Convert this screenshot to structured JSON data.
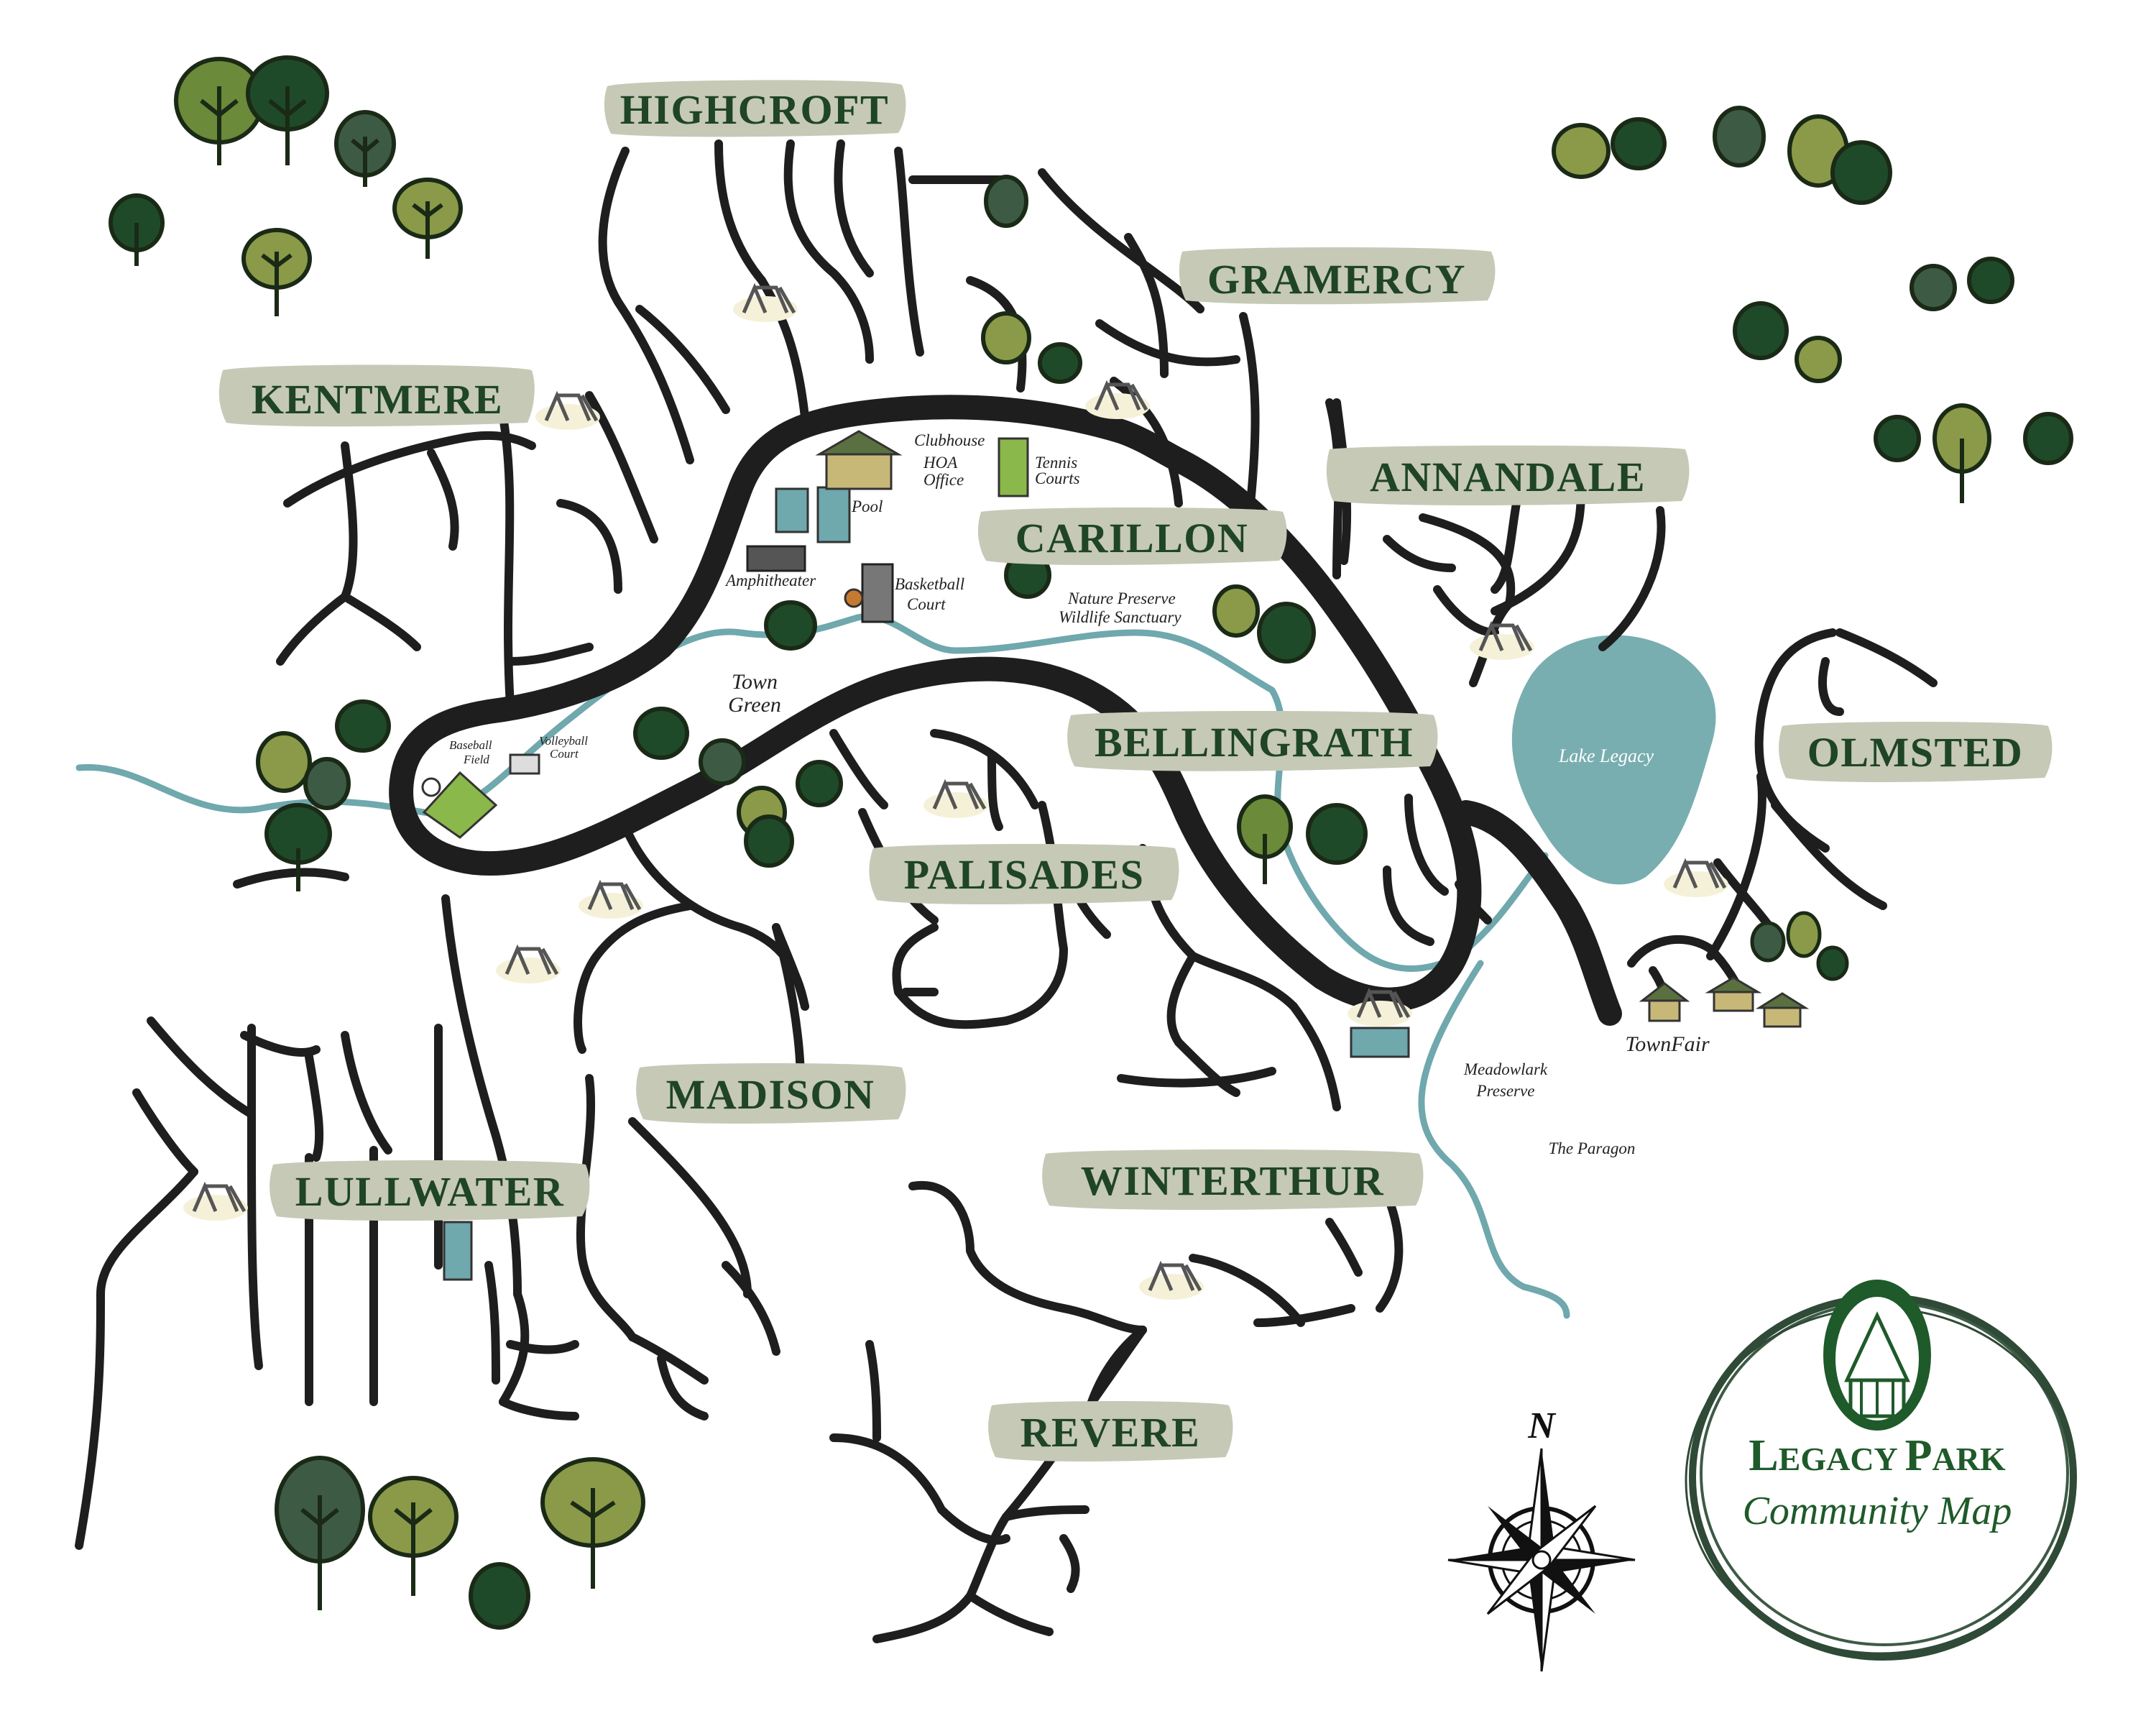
{
  "neighborhoods": [
    {
      "id": "highcroft",
      "label": "HIGHCROFT"
    },
    {
      "id": "gramercy",
      "label": "GRAMERCY"
    },
    {
      "id": "kentmere",
      "label": "KENTMERE"
    },
    {
      "id": "annandale",
      "label": "ANNANDALE"
    },
    {
      "id": "carillon",
      "label": "CARILLON"
    },
    {
      "id": "bellingrath",
      "label": "BELLINGRATH"
    },
    {
      "id": "olmsted",
      "label": "OLMSTED"
    },
    {
      "id": "palisades",
      "label": "PALISADES"
    },
    {
      "id": "madison",
      "label": "MADISON"
    },
    {
      "id": "lullwater",
      "label": "LULLWATER"
    },
    {
      "id": "winterthur",
      "label": "WINTERTHUR"
    },
    {
      "id": "revere",
      "label": "REVERE"
    }
  ],
  "amenities": {
    "clubhouse": "Clubhouse",
    "hoa_1": "HOA",
    "hoa_2": "Office",
    "tennis_1": "Tennis",
    "tennis_2": "Courts",
    "pool": "Pool",
    "amphitheater": "Amphitheater",
    "basketball_1": "Basketball",
    "basketball_2": "Court",
    "nature_1": "Nature Preserve",
    "nature_2": "Wildlife Sanctuary",
    "town_green_1": "Town",
    "town_green_2": "Green",
    "baseball_1": "Baseball",
    "baseball_2": "Field",
    "volleyball_1": "Volleyball",
    "volleyball_2": "Court",
    "lake": "Lake Legacy",
    "townfair": "TownFair",
    "meadowlark_1": "Meadowlark",
    "meadowlark_2": "Preserve",
    "paragon": "The Paragon"
  },
  "compass": {
    "north": "N"
  },
  "title": {
    "main_a": "L",
    "main_b": "EGACY ",
    "main_c": "P",
    "main_d": "ARK",
    "sub": "Community Map"
  },
  "colors": {
    "label_bg": "#c5c9b6",
    "label_text": "#1f4427",
    "road_main": "#1e1e1e",
    "river": "#6fa8ad",
    "lake": "#78aeb0",
    "tree_dark": "#1f4a2a",
    "tree_olive": "#6b8a3a",
    "tree_mid": "#3d5a45"
  }
}
